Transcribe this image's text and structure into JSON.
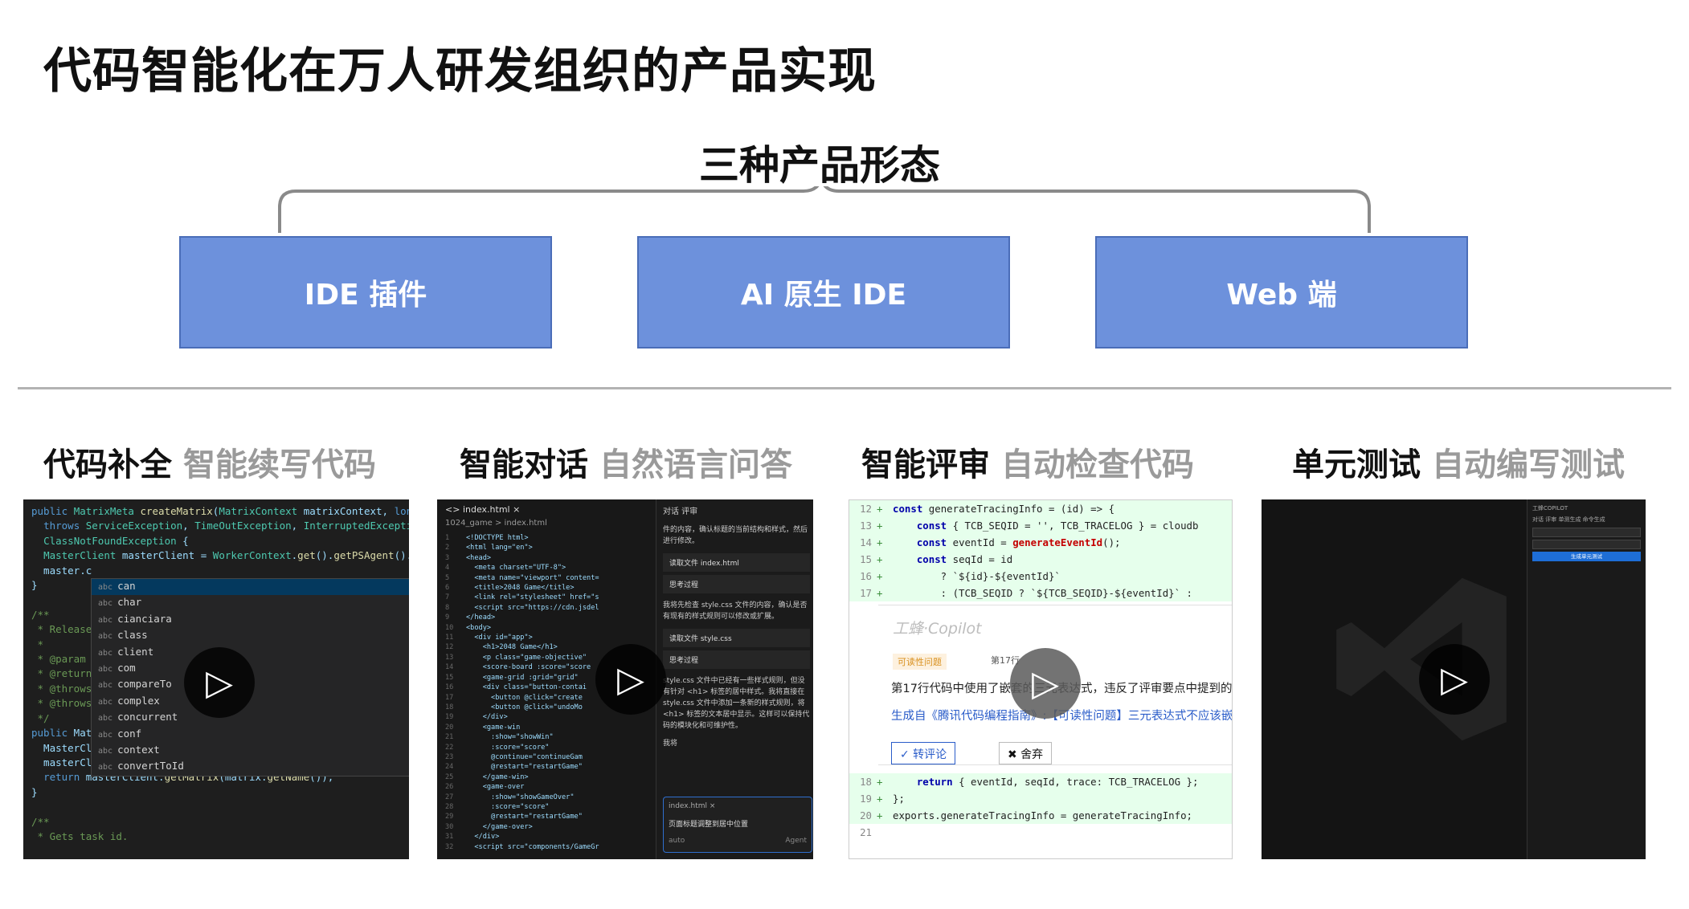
{
  "title": "代码智能化在万人研发组织的产品实现",
  "subtitle": "三种产品形态",
  "forms": [
    {
      "label": "IDE 插件"
    },
    {
      "label": "AI 原生 IDE"
    },
    {
      "label": "Web 端"
    }
  ],
  "features": [
    {
      "name": "代码补全",
      "desc": "智能续写代码"
    },
    {
      "name": "智能对话",
      "desc": "自然语言问答"
    },
    {
      "name": "智能评审",
      "desc": "自动检查代码"
    },
    {
      "name": "单元测试",
      "desc": "自动编写测试"
    }
  ],
  "shot1": {
    "suggestions": [
      "can",
      "char",
      "cianciara",
      "class",
      "client",
      "com",
      "compareTo",
      "complex",
      "concurrent",
      "conf",
      "context",
      "convertToId"
    ]
  },
  "shot2": {
    "tab": "index.html",
    "crumb": "1024_game > index.html",
    "chat_tabs": "对话    评审",
    "chat_intro": "件的内容，确认标题的当前结构和样式，然后进行修改。",
    "chip1": "读取文件  index.html",
    "chip2": "思考过程",
    "chat_mid": "我将先检查 style.css 文件的内容，确认是否有现有的样式规则可以修改或扩展。",
    "chip3": "读取文件  style.css",
    "chip4": "思考过程",
    "chat_body": "style.css 文件中已经有一些样式规则，但没有针对 <h1> 标签的居中样式。我将直接在 style.css 文件中添加一条新的样式规则，将 <h1> 标签的文本居中显示。这样可以保持代码的模块化和可维护性。",
    "chat_end": "我将",
    "input_file": "index.html ×",
    "input_text": "页面标题调整到居中位置",
    "input_mode": "auto",
    "input_agent": "Agent"
  },
  "shot3": {
    "logo": "工蜂·Copilot",
    "tag": "可读性问题",
    "line_no": "第17行",
    "line1": "第17行代码中使用了嵌套的三元表达式，违反了评审要点中提到的",
    "line2": "生成自《腾讯代码编程指南》:【可读性问题】三元表达式不应该嵌",
    "btn_comment": "✓ 转评论",
    "btn_discard": "✖ 舍弃"
  },
  "shot4": {
    "side_title": "工蜂COPILOT",
    "side_tabs": "对话   评审   单测生成   命令生成",
    "btn_generate": "生成单元测试"
  }
}
